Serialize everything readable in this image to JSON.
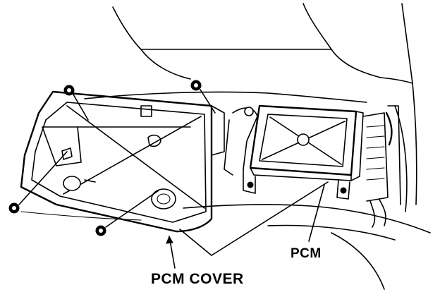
{
  "diagram": {
    "labels": {
      "pcm": "PCM",
      "pcm_cover": "PCM COVER"
    },
    "parts": [
      "nut-icon",
      "bolt-icon",
      "pcm-module",
      "pcm-cover-panel",
      "dashboard-outline",
      "wiring-harness"
    ]
  }
}
